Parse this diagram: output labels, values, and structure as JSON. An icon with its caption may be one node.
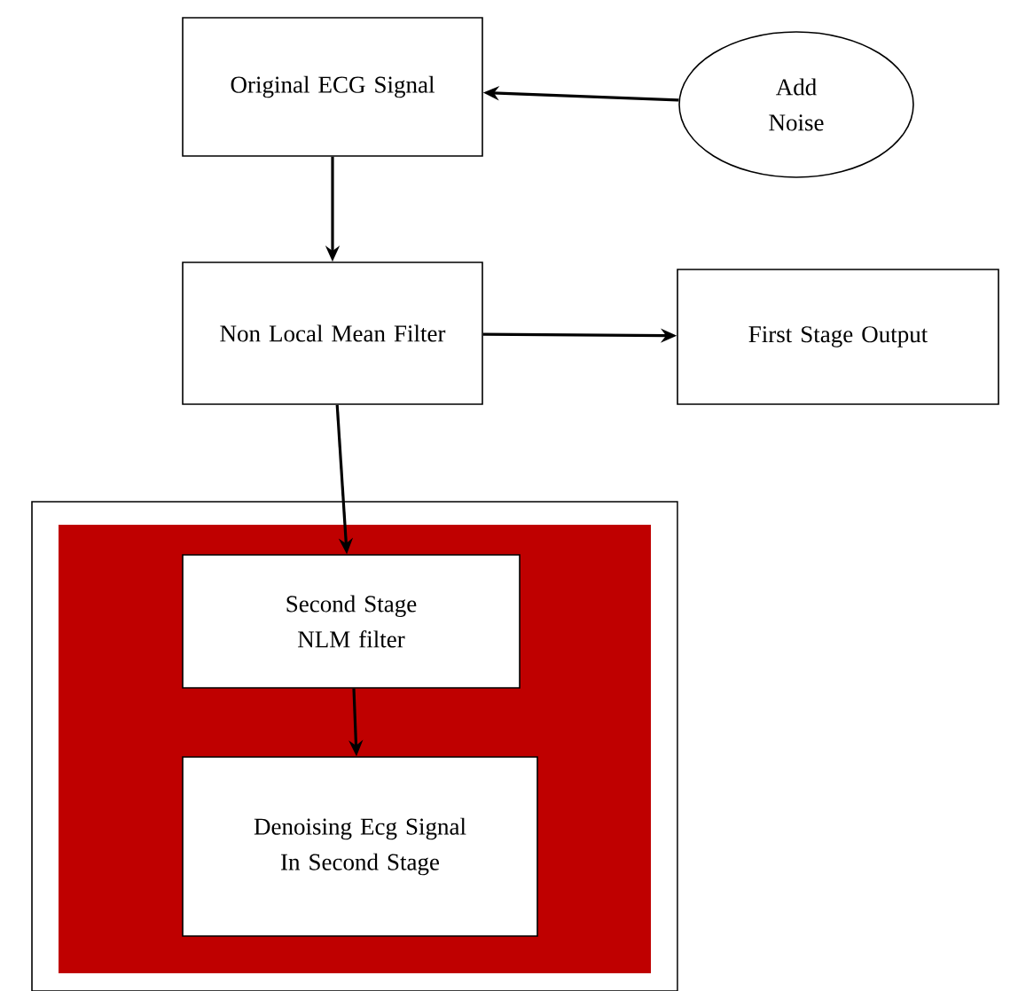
{
  "diagram": {
    "nodes": [
      {
        "text": [
          "Original ECG Signal"
        ]
      },
      {
        "text": [
          "Add Noise"
        ]
      },
      {
        "text": [
          "Non Local Mean Filter"
        ]
      },
      {
        "text": [
          "First Stage Output"
        ]
      },
      {
        "text": [],
        "shape": "box"
      },
      {
        "text": [],
        "shape": "box",
        "in": 4
      },
      {
        "text": [
          "Second Stage NLM filter"
        ],
        "in": 5
      },
      {
        "text": [
          "Denoising Ecg Signal In Second Stage"
        ],
        "in": 5
      }
    ],
    "edges": [
      {
        "from": 1,
        "to": 0,
        "arrow": "to"
      },
      {
        "from": 0,
        "to": 2,
        "arrow": "to"
      },
      {
        "from": 2,
        "to": 3,
        "arrow": "to"
      },
      {
        "from": 2,
        "to": 6,
        "arrow": "to"
      },
      {
        "from": 6,
        "to": 7,
        "arrow": "to"
      }
    ]
  }
}
